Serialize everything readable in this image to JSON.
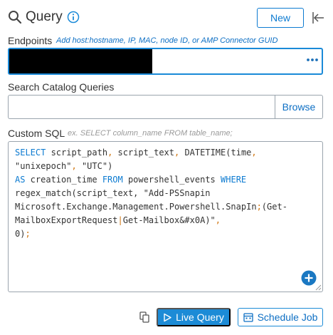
{
  "header": {
    "title": "Query",
    "new_label": "New",
    "icons": {
      "search": "search-icon",
      "info": "info-icon",
      "collapse": "collapse-panel-icon"
    }
  },
  "endpoints": {
    "label": "Endpoints",
    "hint": "Add host:hostname, IP, MAC, node ID, or AMP Connector GUID",
    "more_icon": "ellipsis-icon"
  },
  "catalog": {
    "label": "Search Catalog Queries",
    "value": "",
    "browse_label": "Browse"
  },
  "sql": {
    "label": "Custom SQL",
    "hint": "ex. SELECT column_name FROM table_name;",
    "tokens": [
      {
        "t": "SELECT",
        "c": "kw"
      },
      {
        "t": " script_path",
        "c": ""
      },
      {
        "t": ",",
        "c": "pu"
      },
      {
        "t": " script_text",
        "c": ""
      },
      {
        "t": ",",
        "c": "pu"
      },
      {
        "t": " DATETIME",
        "c": ""
      },
      {
        "t": "(",
        "c": ""
      },
      {
        "t": "time",
        "c": ""
      },
      {
        "t": ",",
        "c": "pu"
      },
      {
        "t": "\n\"unixepoch\"",
        "c": ""
      },
      {
        "t": ",",
        "c": "pu"
      },
      {
        "t": " \"UTC\"",
        "c": ""
      },
      {
        "t": ")",
        "c": ""
      },
      {
        "t": "\n",
        "c": ""
      },
      {
        "t": "AS",
        "c": "kw"
      },
      {
        "t": " creation_time ",
        "c": ""
      },
      {
        "t": "FROM",
        "c": "kw"
      },
      {
        "t": " powershell_events ",
        "c": ""
      },
      {
        "t": "WHERE",
        "c": "kw"
      },
      {
        "t": "\nregex_match(script_text, \"Add-PSSnapin\nMicrosoft.Exchange.Management.Powershell.SnapIn",
        "c": ""
      },
      {
        "t": ";",
        "c": "pu"
      },
      {
        "t": "(Get-\nMailboxExportRequest",
        "c": ""
      },
      {
        "t": "|",
        "c": "pu"
      },
      {
        "t": "Get-Mailbox&#x0A)\"",
        "c": ""
      },
      {
        "t": ",",
        "c": "pu"
      },
      {
        "t": "\n0)",
        "c": ""
      },
      {
        "t": ";",
        "c": "pu"
      }
    ],
    "add_icon": "plus-circle-icon"
  },
  "toolbar": {
    "copy_icon": "copy-icon",
    "live_label": "Live Query",
    "schedule_label": "Schedule Job"
  },
  "colors": {
    "accent": "#1c8bd6",
    "link": "#0d6fc4",
    "keyword": "#0d7bd1",
    "punct": "#d0740d"
  }
}
